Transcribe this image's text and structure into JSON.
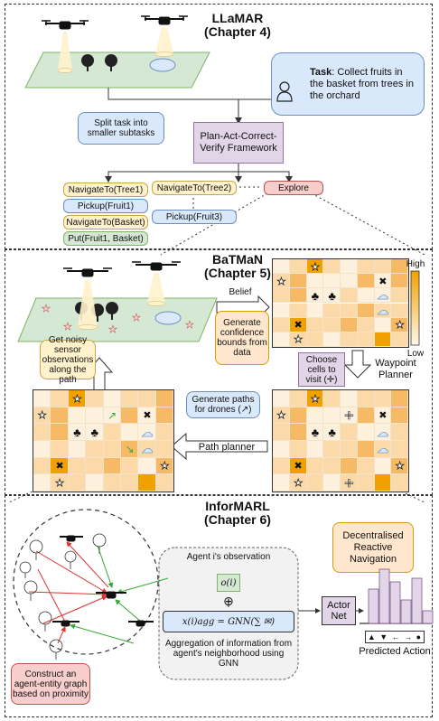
{
  "sections": {
    "llamar_title": "LLaMAR",
    "llamar_chapter": "(Chapter 4)",
    "batman_title": "BaTMaN",
    "batman_chapter": "(Chapter 5)",
    "informarl_title": "InforMARL",
    "informarl_chapter": "(Chapter 6)"
  },
  "llamar": {
    "task_bold": "Task",
    "task_text": ": Collect fruits in the basket from trees in the orchard",
    "split_text": "Split task into smaller subtasks",
    "framework": "Plan-Act-Correct-Verify Framework",
    "nav_tree1": "NavigateTo(Tree1)",
    "pickup_fruit1": "Pickup(Fruit1)",
    "nav_basket": "NavigateTo(Basket)",
    "put_fruit": "Put(Fruit1, Basket)",
    "nav_tree2": "NavigateTo(Tree2)",
    "pickup_fruit3": "Pickup(Fruit3)",
    "explore": "Explore"
  },
  "batman": {
    "belief": "Belief",
    "confidence": "Generate confidence bounds from data",
    "high": "High",
    "low": "Low",
    "choose_cells": "Choose cells to visit (✛)",
    "waypoint": "Waypoint Planner",
    "gen_paths": "Generate paths for drones (↗)",
    "path_planner": "Path planner",
    "noisy": "Get noisy sensor observations along the path"
  },
  "informarl": {
    "decentralised": "Decentralised Reactive Navigation",
    "agent_obs": "Agent i's observation",
    "obs_symbol": "o(i)",
    "oplus": "⊕",
    "formula": "x(i)agg = GNN(∑ ✉)",
    "aggregation": "Aggregation of information from agent's neighborhood using GNN",
    "actor_net": "Actor Net",
    "predicted": "Predicted Action",
    "actions": "▲ ▼ ← → ●",
    "construct": "Construct an agent-entity graph based on proximity"
  }
}
